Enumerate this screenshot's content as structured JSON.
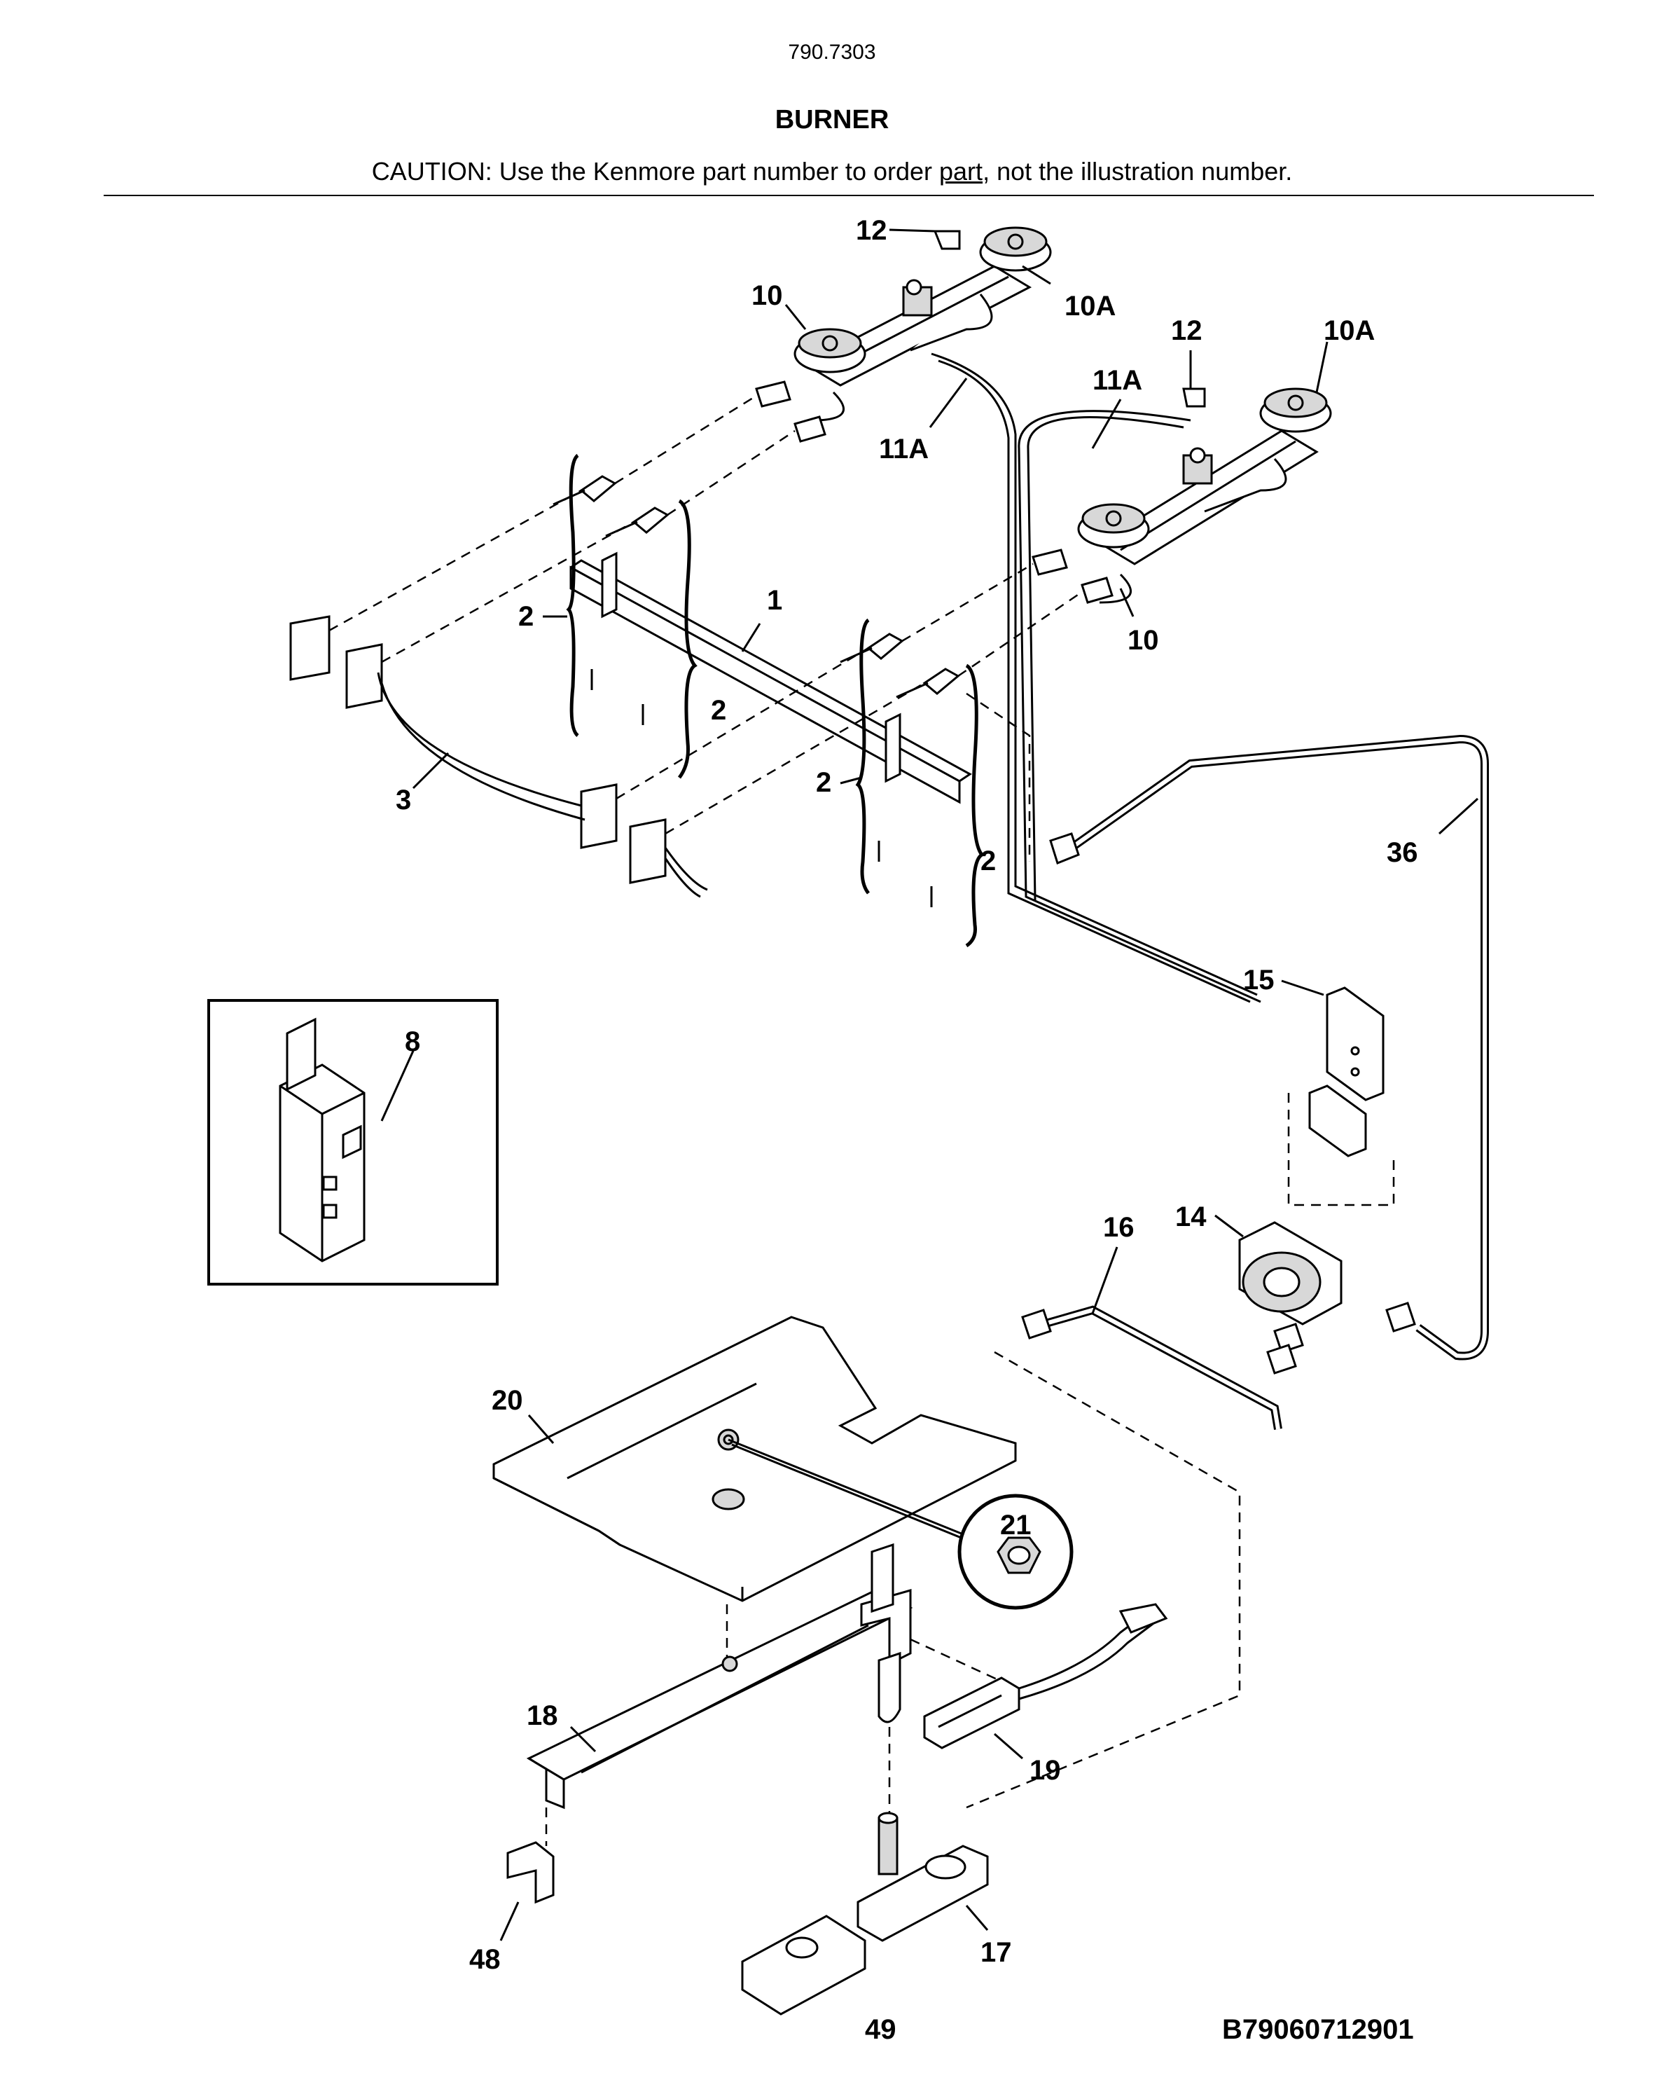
{
  "header": {
    "model_number": "790.7303",
    "section_title": "BURNER",
    "caution_prefix": "CAUTION: Use the Kenmore part number to order ",
    "caution_link": "part",
    "caution_suffix": ", not the illustration number."
  },
  "callouts": {
    "c1": "1",
    "c2a": "2",
    "c2b": "2",
    "c2c": "2",
    "c2d": "2",
    "c3": "3",
    "c8": "8",
    "c10a": "10",
    "c10b": "10",
    "c10Aa": "10A",
    "c10Ab": "10A",
    "c11Aa": "11A",
    "c11Ab": "11A",
    "c12a": "12",
    "c12b": "12",
    "c14": "14",
    "c15": "15",
    "c16": "16",
    "c17": "17",
    "c18": "18",
    "c19": "19",
    "c20": "20",
    "c21": "21",
    "c36": "36",
    "c48": "48",
    "c49": "49"
  },
  "footer": {
    "diagram_code": "B79060712901"
  }
}
